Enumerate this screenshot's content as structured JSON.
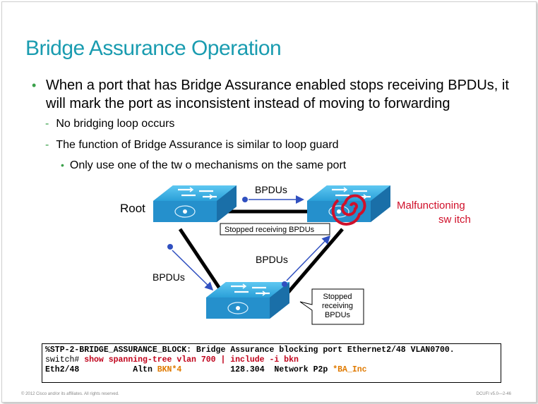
{
  "slide": {
    "title": "Bridge Assurance Operation",
    "bullet_main": "When a port that has Bridge Assurance enabled stops receiving BPDUs, it will mark the port as inconsistent instead of moving to forwarding",
    "sub1": "No bridging loop occurs",
    "sub2": "The function of Bridge Assurance is similar  to loop guard",
    "sub3": "Only use one of the tw o mechanisms  on the same port"
  },
  "diagram": {
    "root_label": "Root",
    "malfunction_label_1": "Malfunctioning",
    "malfunction_label_2": "sw itch",
    "bpdus_top": "BPDUs",
    "bpdus_left": "BPDUs",
    "bpdus_right": "BPDUs",
    "stopped_top": "Stopped receiving BPDUs",
    "stopped_right_1": "Stopped",
    "stopped_right_2": "receiving",
    "stopped_right_3": "BPDUs",
    "colors": {
      "switch_blue": "#2a9fd8",
      "malfunction_text": "#d0102a",
      "arrow_blue": "#3050c0"
    }
  },
  "cli": {
    "line1": "%STP-2-BRIDGE_ASSURANCE_BLOCK: Bridge Assurance blocking port Ethernet2/48 VLAN0700.",
    "prompt": "switch# ",
    "command": "show spanning-tree vlan 700 | include -i bkn",
    "row_port": "Eth2/48",
    "row_role": "Altn",
    "row_sts": "BKN*4",
    "row_mid": "128.304  Network P2p",
    "row_type": "*BA_Inc"
  },
  "footer": {
    "left": "© 2012 Cisco and/or its affiliates. All rights reserved.",
    "right": "DCUFI v5.0—2-46"
  }
}
